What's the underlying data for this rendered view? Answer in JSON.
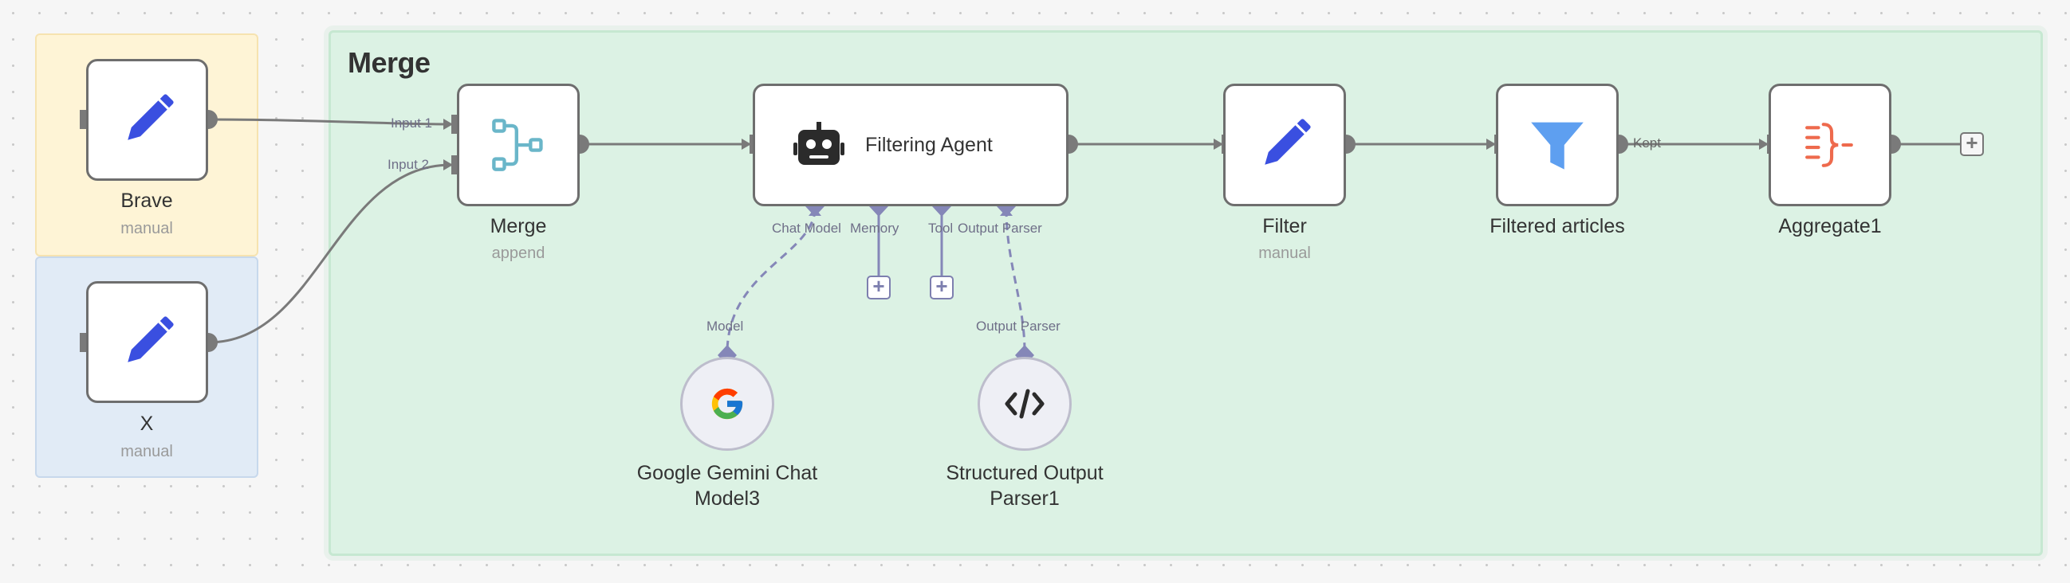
{
  "group": {
    "title": "Merge"
  },
  "nodes": {
    "brave": {
      "title": "Brave",
      "subtitle": "manual",
      "icon": "pencil-icon"
    },
    "x": {
      "title": "X",
      "subtitle": "manual",
      "icon": "pencil-icon"
    },
    "merge": {
      "title": "Merge",
      "subtitle": "append",
      "icon": "merge-icon"
    },
    "filtering_agent": {
      "title": "Filtering Agent",
      "icon": "robot-icon"
    },
    "filter": {
      "title": "Filter",
      "subtitle": "manual",
      "icon": "pencil-icon"
    },
    "filtered_articles": {
      "title": "Filtered articles",
      "icon": "funnel-icon"
    },
    "aggregate": {
      "title": "Aggregate1",
      "icon": "aggregate-icon"
    },
    "gemini": {
      "title_line1": "Google Gemini Chat",
      "title_line2": "Model3",
      "icon": "google-icon"
    },
    "parser": {
      "title_line1": "Structured Output",
      "title_line2": "Parser1",
      "icon": "code-icon"
    }
  },
  "ports": {
    "merge_input1": "Input 1",
    "merge_input2": "Input 2",
    "agent_chat_model": "Chat Model",
    "agent_memory": "Memory",
    "agent_tool": "Tool",
    "agent_output_parser": "Output Parser",
    "gemini_model": "Model",
    "parser_output": "Output Parser"
  },
  "connections": {
    "kept_label": "Kept"
  },
  "colors": {
    "pencil": "#3a4fe0",
    "merge_icon": "#6ab6c9",
    "funnel": "#5e9ff0",
    "aggregate": "#ee6a4d",
    "port_purple": "#8587b8"
  }
}
